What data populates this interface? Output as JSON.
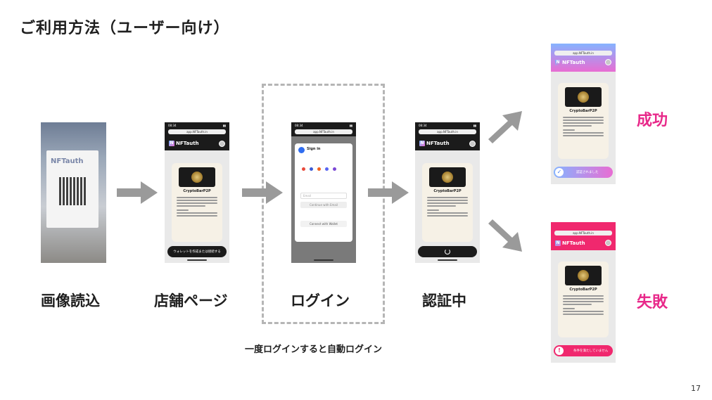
{
  "title": "ご利用方法（ユーザー向け）",
  "steps": [
    {
      "label": "画像読込"
    },
    {
      "label": "店舗ページ"
    },
    {
      "label": "ログイン"
    },
    {
      "label": "認証中"
    }
  ],
  "results": {
    "success": {
      "label": "成功",
      "color": "#e8298a"
    },
    "failure": {
      "label": "失敗",
      "color": "#e8298a"
    }
  },
  "footnote": "一度ログインすると自動ログイン",
  "page_number": "17",
  "phones": {
    "url": "app.NFTauth.in",
    "brand": "NFTauth",
    "shop_name": "CryptoBarP2P",
    "poster_brand": "NFTauth",
    "store_button": "ウォレットを作成または接続する",
    "signin_title": "Sign in",
    "signin_email_placeholder": "Email",
    "signin_continue": "Continue with Email",
    "signin_wallet": "Connect with Wallet",
    "success_toast": "認証されました",
    "failure_toast": "条件を満たしていません"
  },
  "colors": {
    "arrow": "#9a9a9a",
    "success_gradient_top": "#86b3ff",
    "success_gradient_bottom": "#e86dd3",
    "failure_header": "#f0286e"
  }
}
